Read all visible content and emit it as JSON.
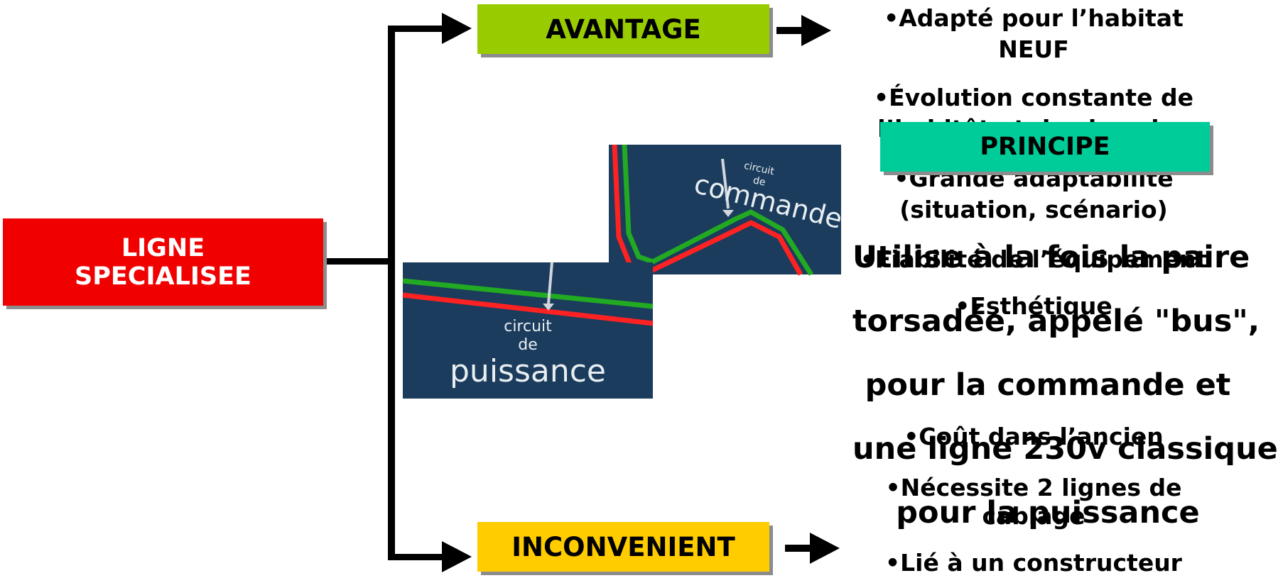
{
  "colors": {
    "root": "#f10000",
    "advantage": "#99cc00",
    "inconvenient": "#ffcc00",
    "principle": "#00cc99",
    "image_bg": "#1b3c5c",
    "wire_red": "#ff2222",
    "wire_green": "#22aa22"
  },
  "root": {
    "line1": "LIGNE",
    "line2": "SPECIALISEE"
  },
  "advantage": {
    "label": "AVANTAGE",
    "bullets": [
      "•Adapté pour l’habitat",
      "NEUF",
      "•Évolution constante de",
      "l’habitât et des besoins",
      "•Grande adaptabilité",
      "(situation, scénario)",
      "•Fiabilité de l’équipement",
      "•Esthétique"
    ]
  },
  "principle": {
    "label": "PRINCIPE",
    "lines": [
      "Utilise à la fois la paire",
      "torsadée, appelé \"bus\",",
      "pour la commande et",
      "une ligne 230v classique",
      "pour la puissance"
    ]
  },
  "inconvenient": {
    "label": "INCONVENIENT",
    "bullets": [
      "•Coût dans l’ancien",
      "•Nécessite 2 lignes de",
      "cablage",
      "•Lié à un constructeur"
    ]
  },
  "images": {
    "command": {
      "small1": "circuit",
      "small2": "de",
      "big": "commande"
    },
    "power": {
      "small1": "circuit",
      "small2": "de",
      "big": "puissance"
    }
  }
}
